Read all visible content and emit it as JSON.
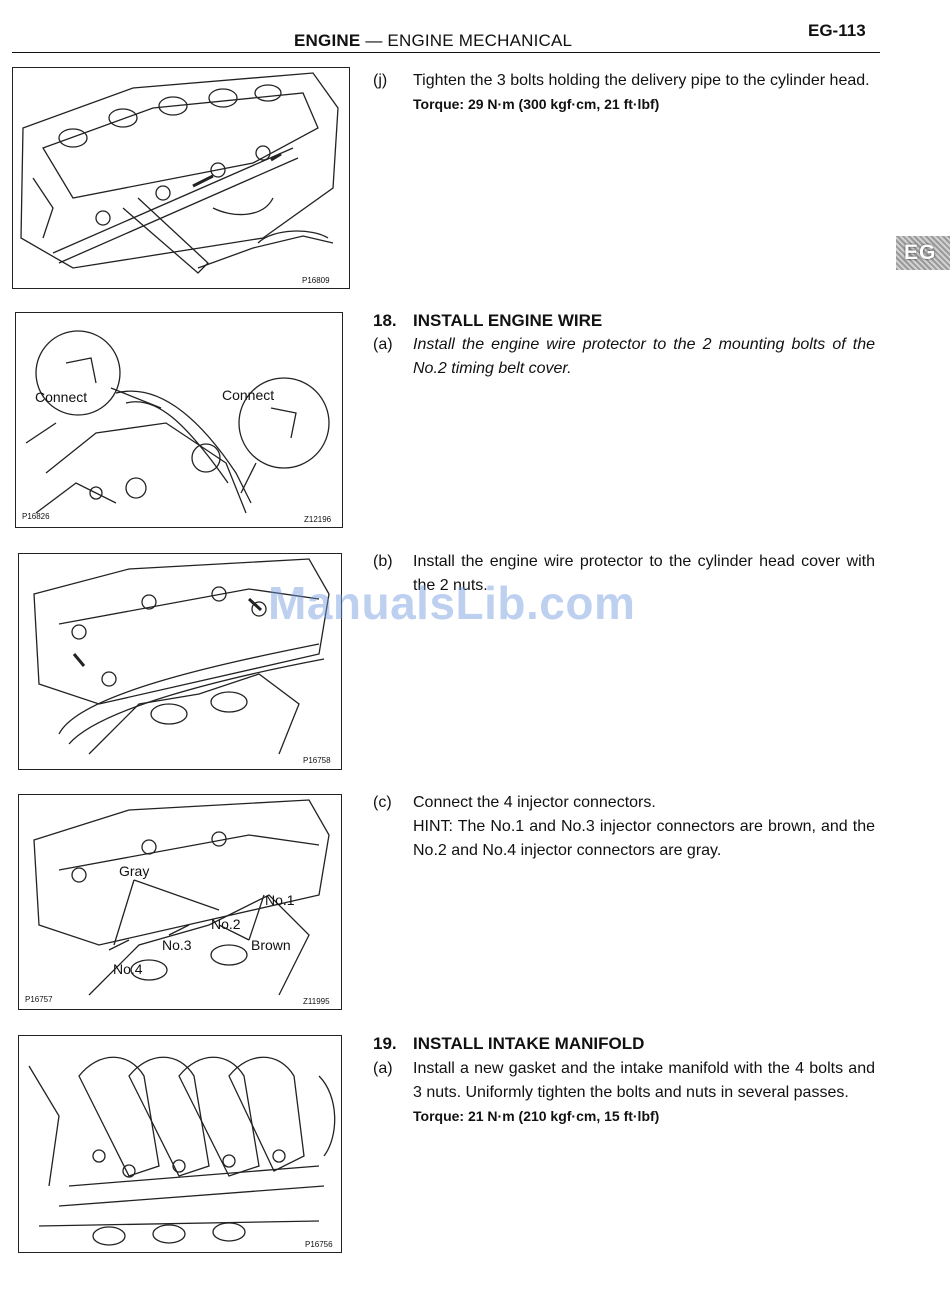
{
  "header": {
    "title_bold": "ENGINE",
    "title_rest": " — ENGINE MECHANICAL",
    "page_number": "EG-113"
  },
  "side_tab": "EG",
  "figures": [
    {
      "codes": [
        "P16809"
      ],
      "callouts": []
    },
    {
      "codes": [
        "P16826",
        "Z12196"
      ],
      "callouts": [
        "Connect",
        "Connect"
      ]
    },
    {
      "codes": [
        "P16758"
      ],
      "callouts": []
    },
    {
      "codes": [
        "P16757",
        "Z11995"
      ],
      "callouts": [
        "Gray",
        "No.1",
        "No.2",
        "No.3",
        "Brown",
        "No.4"
      ]
    },
    {
      "codes": [
        "P16756"
      ],
      "callouts": []
    }
  ],
  "steps": {
    "j": {
      "label": "(j)",
      "text": "Tighten the 3 bolts holding the delivery pipe to the cylinder head.",
      "torque": "Torque: 29 N·m (300 kgf·cm, 21 ft·lbf)"
    },
    "s18": {
      "number": "18.",
      "title": "INSTALL ENGINE WIRE"
    },
    "s18a": {
      "label": "(a)",
      "text": "Install the engine wire protector to the 2 mounting bolts of the No.2 timing belt cover."
    },
    "s18b": {
      "label": "(b)",
      "text": "Install the engine wire protector to the cylinder head cover with the 2 nuts."
    },
    "s18c": {
      "label": "(c)",
      "text": "Connect the 4 injector connectors.",
      "hint": "HINT: The No.1 and No.3 injector connectors are brown, and the No.2 and No.4 injector connectors are gray."
    },
    "s19": {
      "number": "19.",
      "title": "INSTALL INTAKE MANIFOLD"
    },
    "s19a": {
      "label": "(a)",
      "text": "Install a new gasket and the intake manifold with the 4 bolts and 3 nuts. Uniformly tighten the bolts and nuts in several passes.",
      "torque": "Torque: 21 N·m (210 kgf·cm, 15 ft·lbf)"
    }
  },
  "watermark": "ManualsLib.com"
}
